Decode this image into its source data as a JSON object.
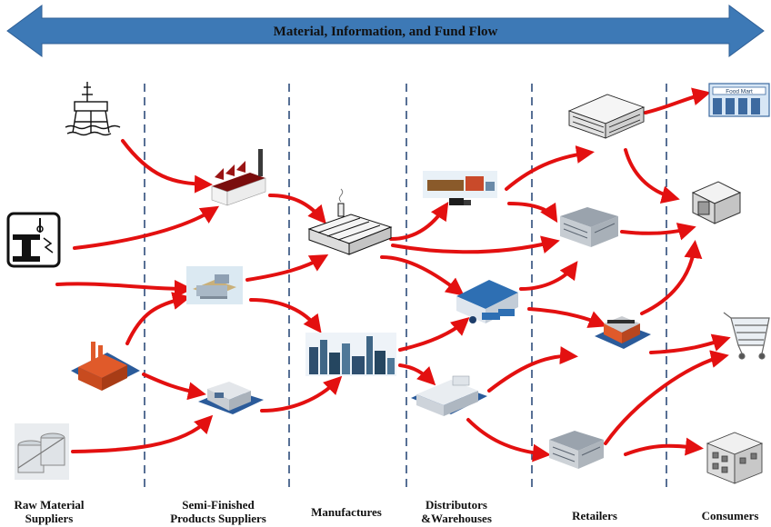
{
  "banner": {
    "title": "Material, Information, and Fund Flow",
    "color": "#3d79b6"
  },
  "stages": [
    {
      "id": "raw",
      "label": "Raw Material\nSuppliers"
    },
    {
      "id": "semi",
      "label": "Semi-Finished\nProducts Suppliers"
    },
    {
      "id": "mfg",
      "label": "Manufactures"
    },
    {
      "id": "dist",
      "label": "Distributors\n&Warehouses"
    },
    {
      "id": "retail",
      "label": "Retailers"
    },
    {
      "id": "consumers",
      "label": "Consumers"
    }
  ],
  "icons": [
    {
      "name": "oil-rig-icon"
    },
    {
      "name": "steel-beam-icon"
    },
    {
      "name": "factory-icon"
    },
    {
      "name": "storage-tanks-icon"
    },
    {
      "name": "red-roof-factory-icon"
    },
    {
      "name": "semi-finished-plant-icon"
    },
    {
      "name": "semi-finished-building-icon"
    },
    {
      "name": "manufacturing-plant-icon"
    },
    {
      "name": "industrial-city-icon"
    },
    {
      "name": "distribution-trucks-icon"
    },
    {
      "name": "warehouse-icon"
    },
    {
      "name": "distribution-center-icon"
    },
    {
      "name": "department-store-icon"
    },
    {
      "name": "retail-office-icon"
    },
    {
      "name": "retail-shop-icon"
    },
    {
      "name": "retail-building-icon"
    },
    {
      "name": "food-mart-icon"
    },
    {
      "name": "box-icon"
    },
    {
      "name": "shopping-cart-icon"
    },
    {
      "name": "apartment-icon"
    }
  ],
  "store_sign": "Food Mart",
  "colors": {
    "arrow": "#e31010",
    "divider": "#2e4d7b"
  }
}
